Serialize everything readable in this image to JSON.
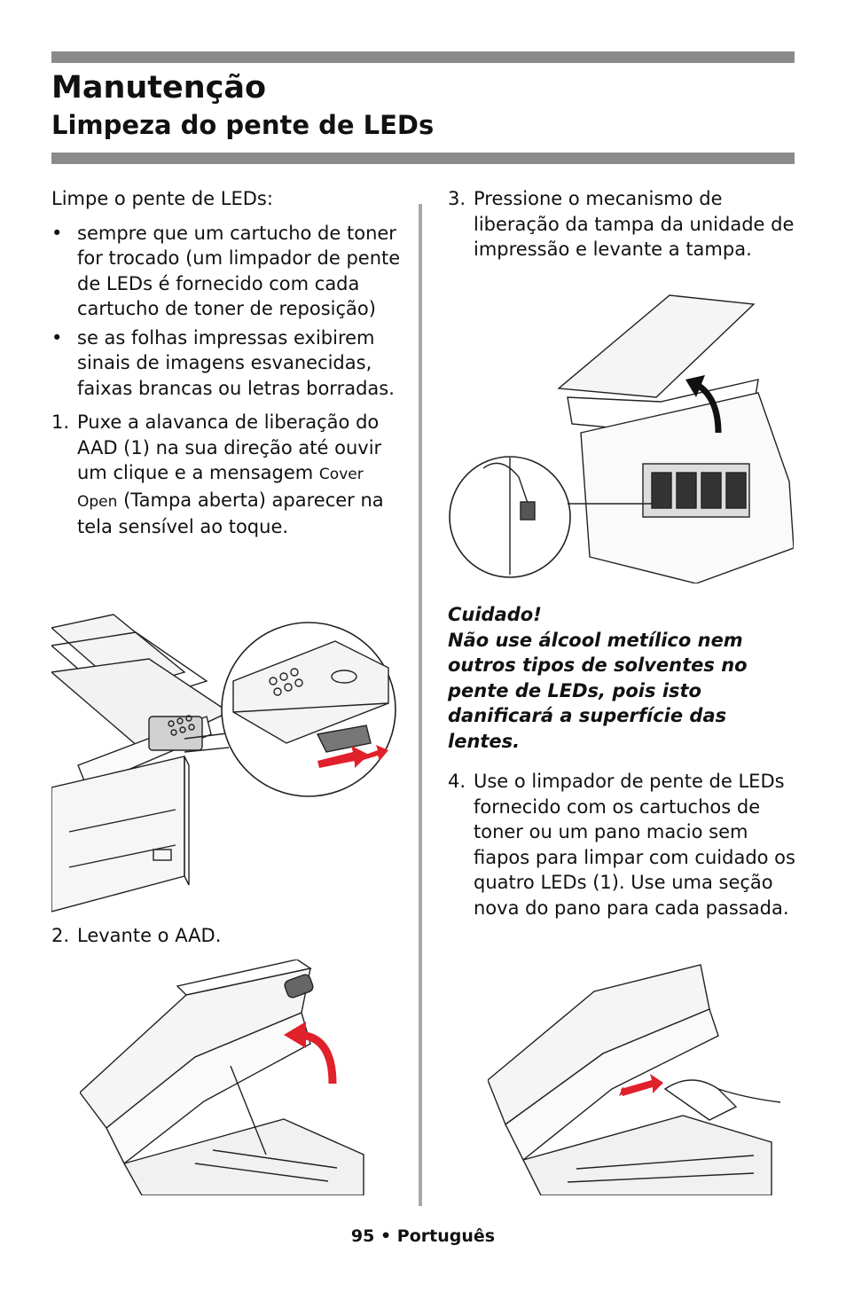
{
  "header": {
    "title": "Manutenção",
    "subtitle": "Limpeza do pente de LEDs"
  },
  "left": {
    "intro": "Limpe o pente de LEDs:",
    "bullets": [
      "sempre que um cartucho de toner for trocado (um limpador de pente de LEDs é fornecido com cada cartucho de toner de reposição)",
      "se as folhas impressas exibirem sinais de imagens esvanecidas, faixas brancas ou letras borradas."
    ],
    "step1": {
      "num": "1.",
      "text_a": "Puxe a alavanca de liberação do AAD (1) na sua direção até ouvir um clique e a mensagem",
      "display": "Cover Open",
      "text_b": "(Tampa aberta) aparecer na tela sensível ao toque."
    },
    "step2": {
      "num": "2.",
      "text": "Levante o AAD."
    }
  },
  "right": {
    "step3": {
      "num": "3.",
      "text": "Pressione o mecanismo de liberação da tampa da unidade de impressão e levante a tampa."
    },
    "caution": {
      "heading": "Cuidado!",
      "text": "Não use álcool metílico nem outros tipos de solventes no pente de LEDs, pois isto danificará a superfície das lentes."
    },
    "step4": {
      "num": "4.",
      "text": "Use o limpador de pente de LEDs fornecido com os cartuchos de toner ou um pano macio sem fiapos para limpar com cuidado os quatro LEDs (1). Use uma seção nova do pano para cada passada."
    }
  },
  "footer": {
    "page": "95",
    "sep": "•",
    "language": "Português"
  },
  "colors": {
    "bar": "#8a8a8a",
    "divider": "#a8a8a8",
    "arrow": "#e0202a"
  }
}
